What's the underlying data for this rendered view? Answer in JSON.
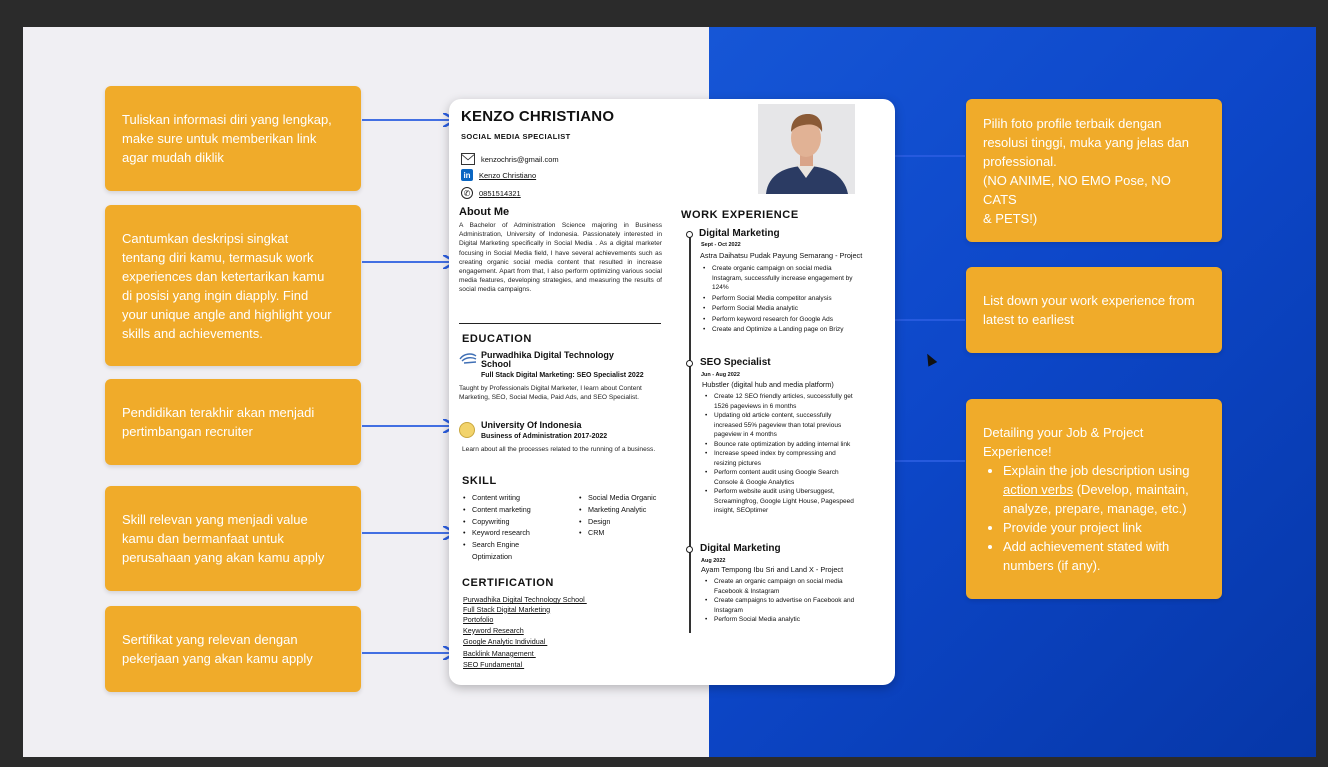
{
  "colors": {
    "card": "#f0ab2a",
    "arrow": "#2a5de0",
    "blue_bg": "#0d47c9"
  },
  "left_cards": [
    {
      "text": "Tuliskan informasi diri yang lengkap,\nmake sure untuk memberikan link\nagar mudah diklik"
    },
    {
      "text": "Cantumkan deskripsi singkat\ntentang diri kamu, termasuk work\nexperiences dan ketertarikan kamu\ndi posisi yang ingin diapply. Find\nyour unique angle and highlight your\nskills and achievements."
    },
    {
      "text": "Pendidikan terakhir akan menjadi\npertimbangan recruiter"
    },
    {
      "text": "Skill relevan yang menjadi value\nkamu dan bermanfaat untuk\nperusahaan yang akan kamu apply"
    },
    {
      "text": "Sertifikat yang relevan dengan\npekerjaan yang akan kamu apply"
    }
  ],
  "right_cards": {
    "photo": "Pilih foto profile terbaik dengan\nresolusi tinggi, muka yang jelas dan\nprofessional.\n(NO ANIME, NO EMO Pose, NO CATS\n& PETS!)",
    "work": "List down your work experience from\nlatest to earliest",
    "detail": {
      "intro": "Detailing your Job & Project\nExperience!",
      "bullet1_pre": "Explain the job description using",
      "bullet1_link": "action verbs",
      "bullet1_post": " (Develop, maintain,\nanalyze, prepare, manage, etc.)",
      "bullet2": "Provide your project link",
      "bullet3": "Add achievement stated with\nnumbers (if any)."
    }
  },
  "resume": {
    "name": "KENZO CHRISTIANO",
    "role": "SOCIAL MEDIA SPECIALIST",
    "email": "kenzochris@gmail.com",
    "linkedin": "Kenzo Christiano",
    "phone": "0851514321",
    "about_title": "About Me",
    "about_text": "A Bachelor of Administration Science majoring in Business Administration, University of Indonesia. Passionately interested in Digital Marketing specifically in Social Media . As a digital marketer focusing in Social Media field, I have several achievements such as creating organic social media content that resulted in increase engagement. Apart from that, I also perform optimizing various social media features, developing strategies, and measuring the results of social media campaigns.",
    "education_title": "EDUCATION",
    "edu1_school": "Purwadhika Digital Technology\nSchool",
    "edu1_program": "Full Stack Digital Marketing: SEO Specialist 2022",
    "edu1_desc": "Taught by Professionals Digital Marketer, I learn about Content Marketing, SEO, Social Media, Paid Ads, and SEO Specialist.",
    "edu2_school": "University Of Indonesia",
    "edu2_program": "Business of Administration 2017-2022",
    "edu2_desc": "Learn about all the processes related to the running of a business.",
    "skill_title": "SKILL",
    "skills_col1": [
      "Content writing",
      "Content marketing",
      "Copywriting",
      "Keyword research",
      "Search Engine",
      "Optimization"
    ],
    "skills_col2": [
      "Social Media Organic",
      "Marketing Analytic",
      "Design",
      "CRM"
    ],
    "cert_title": "CERTIFICATION",
    "certs": [
      "Purwadhika Digital Technology School ",
      "Full Stack Digital Marketing",
      "Portofolio",
      "Keyword Research",
      "Google Analytic Individual ",
      "Backlink Management ",
      "SEO Fundamental "
    ],
    "work_title": "WORK EXPERIENCE",
    "jobs": [
      {
        "title": "Digital Marketing",
        "date": "Sept - Oct 2022",
        "company": "Astra Daihatsu Pudak Payung Semarang - Project",
        "bullets": [
          "Create organic campaign on social media\nInstagram, successfully increase engagement by\n124%",
          "Perform Social Media competitor analysis",
          "Perform Social Media analytic",
          "Perform keyword research for Google Ads",
          "Create and Optimize a Landing page on Brizy"
        ]
      },
      {
        "title": "SEO Specialist",
        "date": "Jun - Aug 2022",
        "company": "Hubstler (digital hub and media platform)",
        "bullets": [
          "Create 12 SEO friendly articles, successfully get\n1526 pageviews in 6 months",
          "Updating old article content, successfully\nincreased 55% pageview than total previous\npageview in 4 months",
          "Bounce rate optimization by adding internal link",
          "Increase speed index by compressing and\nresizing pictures",
          "Perform content audit using Google Search\nConsole & Google Analytics",
          "Perform website audit using Ubersuggest,\nScreamingfrog, Google Light House, Pagespeed\ninsight, SEOptimer"
        ]
      },
      {
        "title": "Digital Marketing",
        "date": "Aug 2022",
        "company": "Ayam Tempong Ibu Sri and Land X - Project",
        "bullets": [
          "Create an organic campaign on social media\nFacebook & Instagram",
          "Create campaigns to advertise on Facebook and\nInstagram",
          "Perform Social Media analytic"
        ]
      }
    ]
  }
}
